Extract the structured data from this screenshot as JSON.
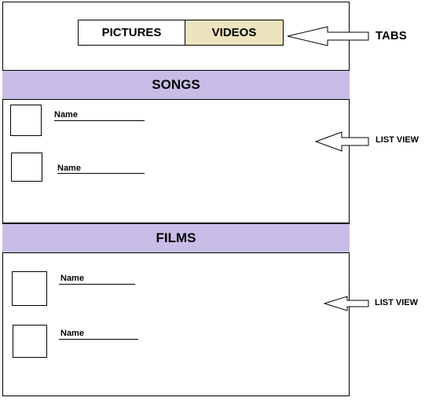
{
  "tabs": {
    "pictures_label": "PICTURES",
    "videos_label": "VIDEOS"
  },
  "sections": {
    "songs": {
      "title": "SONGS",
      "items": [
        {
          "name": "Name"
        },
        {
          "name": "Name"
        }
      ]
    },
    "films": {
      "title": "FILMS",
      "items": [
        {
          "name": "Name"
        },
        {
          "name": "Name"
        }
      ]
    }
  },
  "annotations": {
    "tabs": "TABS",
    "list_view_1": "LIST VIEW",
    "list_view_2": "LIST VIEW"
  },
  "colors": {
    "section_band": "#c7bde6",
    "selected_tab": "#ede3bd"
  }
}
